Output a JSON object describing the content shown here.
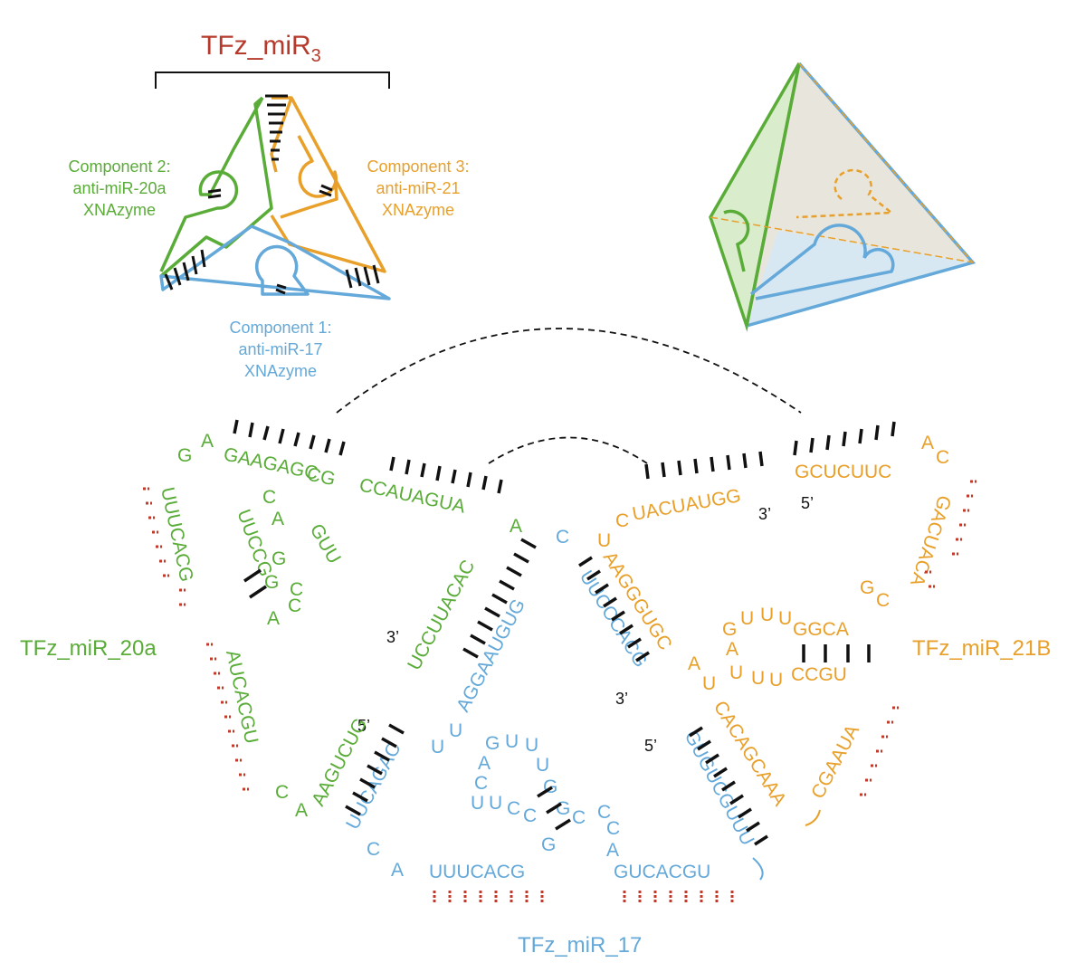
{
  "colors": {
    "green": "#5aac38",
    "orange": "#e8a02a",
    "blue": "#64a9d9",
    "red": "#b53a2c",
    "black": "#111111"
  },
  "header": {
    "title": "TFz_miR",
    "title_subscript": "3"
  },
  "components": [
    {
      "lines": [
        "Component 1:",
        "anti-miR-17",
        "XNAzyme"
      ],
      "color": "blue"
    },
    {
      "lines": [
        "Component 2:",
        "anti-miR-20a",
        "XNAzyme"
      ],
      "color": "green"
    },
    {
      "lines": [
        "Component 3:",
        "anti-miR-21",
        "XNAzyme"
      ],
      "color": "orange"
    }
  ],
  "structure_labels": {
    "mir20a": "TFz_miR_20a",
    "mir21b": "TFz_miR_21B",
    "mir17": "TFz_miR_17"
  },
  "ends": {
    "three_prime": "3’",
    "five_prime": "5’"
  },
  "sequences": {
    "green_top_a": "GAAGAGC",
    "green_top_b": "CG",
    "green_top_c": "CCAUAGUA",
    "green_loop_left": "UUUCACG",
    "green_stem_diag": "UCCUUACAC",
    "green_lower": "AUCACGU",
    "green_arm": "AAGUCUG",
    "orange_top": "GCUCUUC",
    "orange_top_left": "UACUAUGG",
    "orange_right": "GACUACA",
    "orange_diag": "AAGGGUGC",
    "orange_diag2": "CACAGCAAA",
    "orange_loop_top": "GGCA",
    "orange_loop_bottom": "CCGU",
    "orange_tail": "CGAAUA",
    "blue_diag": "AGGAAUGUG",
    "blue_right": "UUCCCACG",
    "blue_arm": "UUCAGAC",
    "blue_bottom_left": "UUUCACG",
    "blue_bottom_right": "GUCACGU",
    "blue_right_stem": "GUGUCGUUU"
  }
}
